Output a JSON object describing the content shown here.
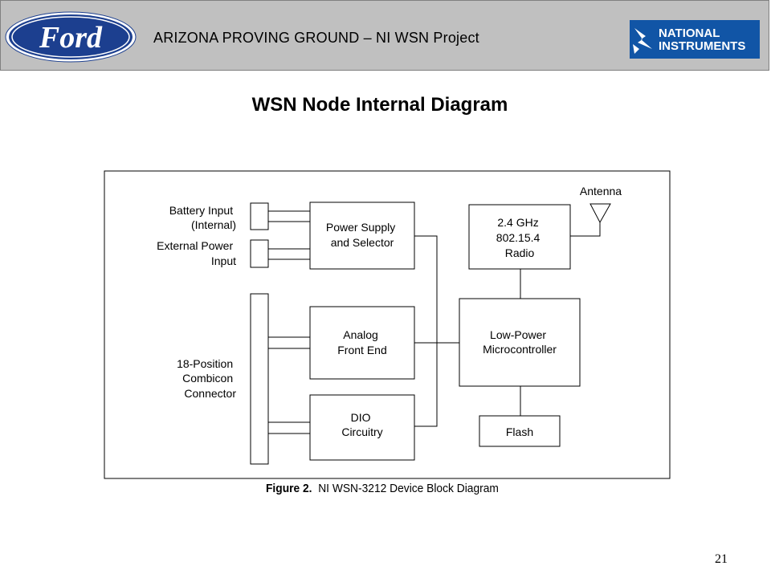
{
  "header": {
    "title": "ARIZONA PROVING GROUND – NI WSN Project",
    "ford_logo_text": "Ford",
    "ni_logo_text": [
      "NATIONAL",
      "INSTRUMENTS"
    ],
    "colors": {
      "ford_blue": "#1c3f8f",
      "ni_blue": "#1155a6",
      "header_bg": "#c0c0c0"
    }
  },
  "slide": {
    "title": "WSN Node Internal Diagram",
    "page_number": "21"
  },
  "diagram": {
    "labels": {
      "battery_input": [
        "Battery Input",
        "(Internal)"
      ],
      "external_power": [
        "External Power",
        "Input"
      ],
      "combicon": [
        "18-Position",
        "Combicon",
        "Connector"
      ],
      "antenna": "Antenna"
    },
    "blocks": {
      "power_supply": [
        "Power Supply",
        "and Selector"
      ],
      "radio": [
        "2.4 GHz",
        "802.15.4",
        "Radio"
      ],
      "analog": [
        "Analog",
        "Front End"
      ],
      "dio": [
        "DIO",
        "Circuitry"
      ],
      "microcontroller": [
        "Low-Power",
        "Microcontroller"
      ],
      "flash": "Flash"
    },
    "caption": {
      "figure": "Figure 2.",
      "text": "NI WSN-3212 Device Block Diagram"
    }
  }
}
